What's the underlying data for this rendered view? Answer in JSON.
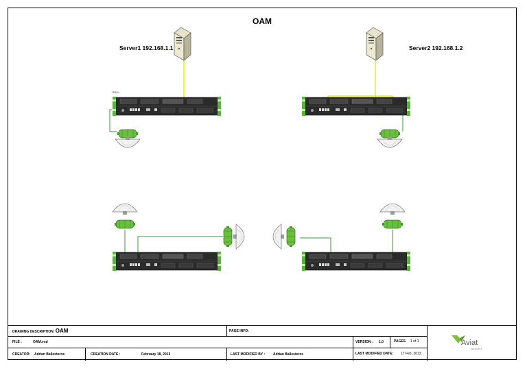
{
  "diagram": {
    "title": "OAM",
    "tag": "R&Sc",
    "servers": [
      {
        "label": "Server1 192.168.1.1"
      },
      {
        "label": "Server2 192.168.1.2"
      }
    ]
  },
  "titleblock": {
    "drawing_description_label": "DRAWING DESCRIPTION:",
    "drawing_description_value": "OAM",
    "page_info_label": "PAGE INFO:",
    "file_label": "FILE :",
    "file_value": "OAM.vsd",
    "version_label": "VERSION :",
    "version_value": "1.0",
    "pages_label": "PAGES",
    "pages_value": "1 of 1",
    "creator_label": "CREATOR:",
    "creator_value": "Adrian Ballesteros",
    "creation_date_label": "CREATION DATE :",
    "creation_date_value": "February 18, 2013",
    "last_modified_by_label": "LAST MODIFIED BY :",
    "last_modified_by_value": "Adrian Ballesteros",
    "last_modified_date_label": "LAST MODIFIED DATE:",
    "last_modified_date_value": "17 Feb, 2013",
    "logo_text": "Aviat",
    "logo_subtext": "NETWORKS"
  },
  "colors": {
    "link_yellow": "#e6e600",
    "link_green": "#3a9a3a",
    "odu_green": "#6abf3e",
    "chassis_dark": "#2a2a2a",
    "logo_green": "#7fbf3f",
    "logo_gray": "#555555"
  }
}
